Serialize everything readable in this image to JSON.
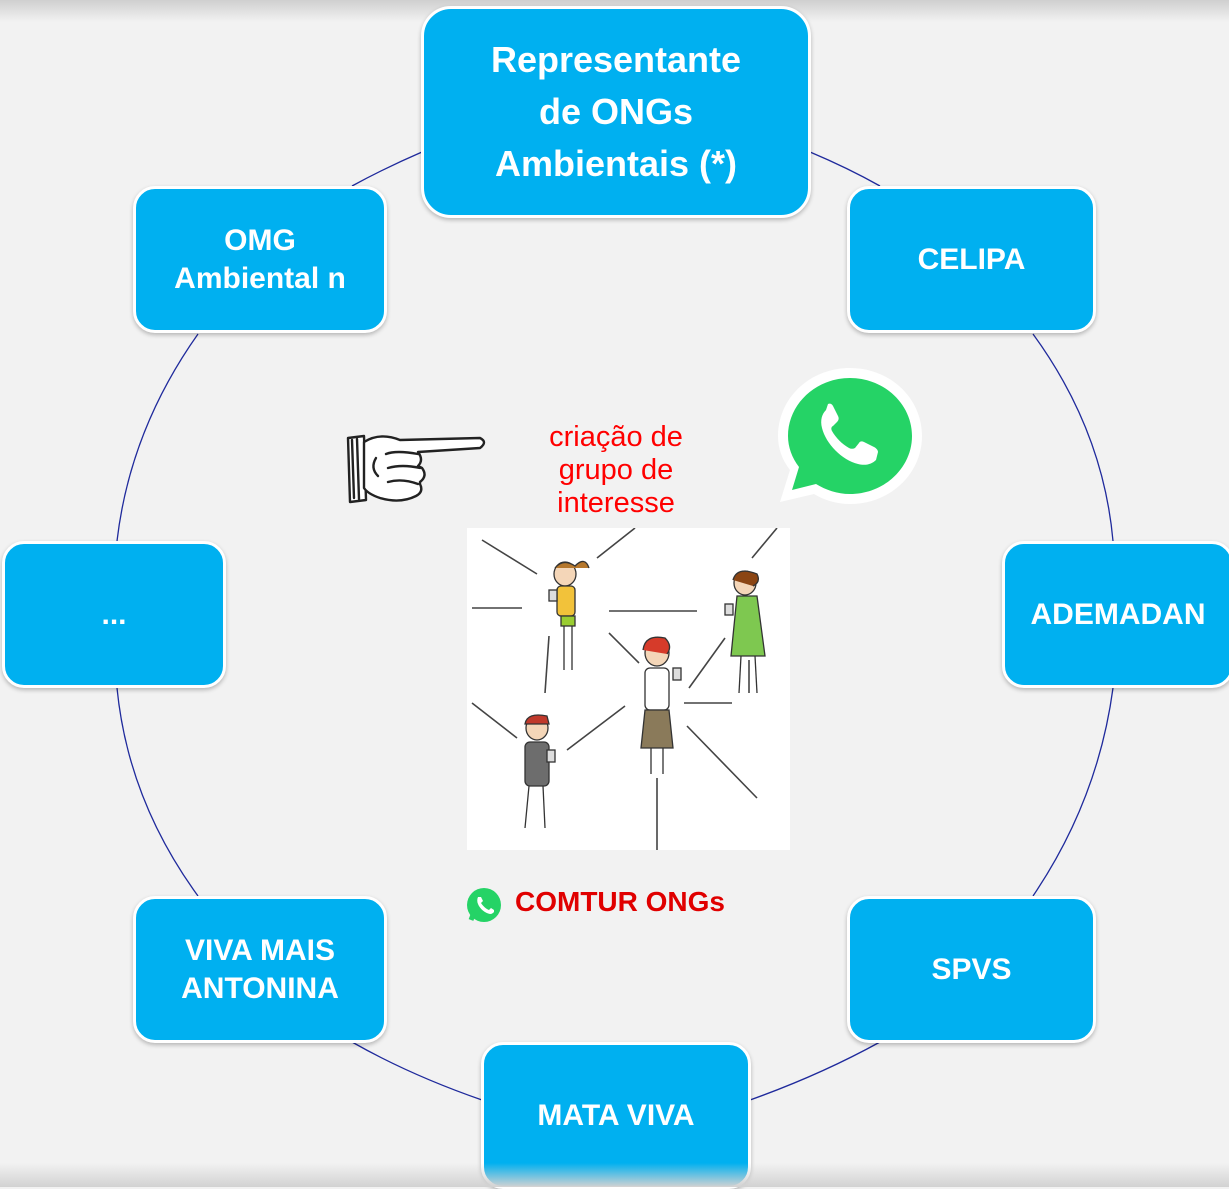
{
  "diagram": {
    "nodes": [
      {
        "id": "center-top",
        "label": "Representante\nde ONGs\nAmbientais (*)"
      },
      {
        "id": "celipa",
        "label": "CELIPA"
      },
      {
        "id": "ademadan",
        "label": "ADEMADAN"
      },
      {
        "id": "spvs",
        "label": "SPVS"
      },
      {
        "id": "mata-viva",
        "label": "MATA VIVA"
      },
      {
        "id": "viva-mais",
        "label": "VIVA MAIS\nANTONINA"
      },
      {
        "id": "ellipsis",
        "label": "..."
      },
      {
        "id": "omg",
        "label": "OMG\nAmbiental n"
      }
    ],
    "center_caption": "criação de\ngrupo de\ninteresse",
    "group_label": "COMTUR ONGs"
  },
  "colors": {
    "node_fill": "#00b0f0",
    "ring_line": "#1f2a9c",
    "caption": "#ff0000",
    "whatsapp": "#25d366"
  },
  "icons": {
    "pointing_hand": "pointing-hand-icon",
    "whatsapp_large": "whatsapp-icon",
    "whatsapp_small": "whatsapp-icon"
  }
}
